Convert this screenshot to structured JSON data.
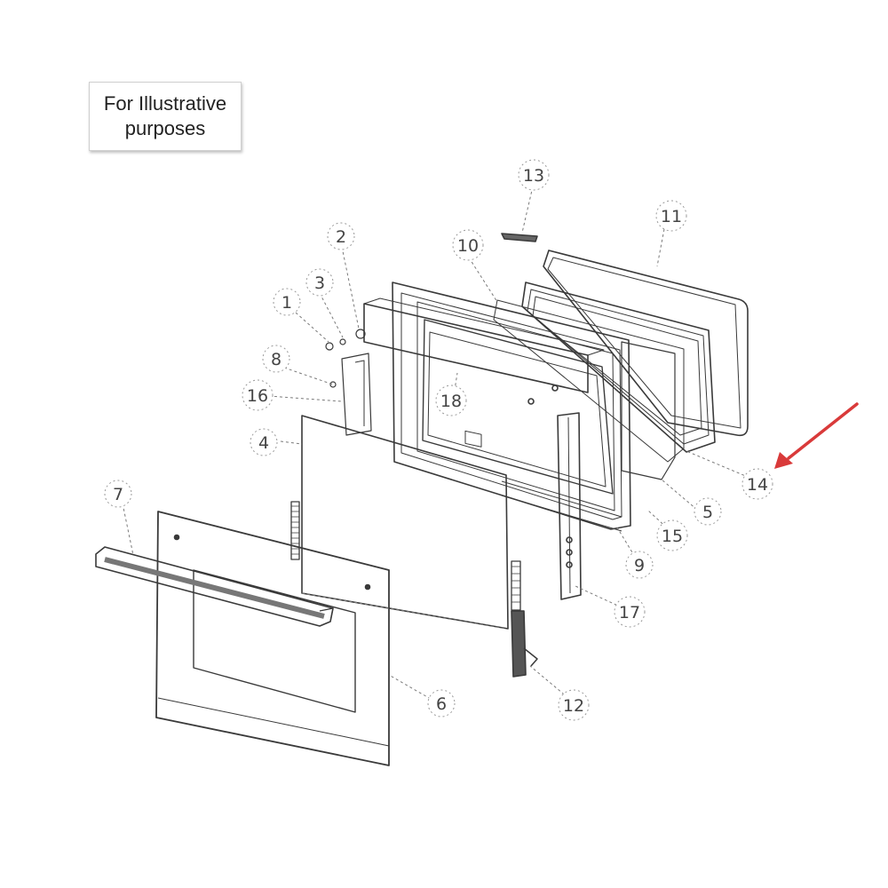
{
  "note": {
    "text": "For Illustrative\npurposes"
  },
  "callouts": {
    "c1": "1",
    "c2": "2",
    "c3": "3",
    "c4": "4",
    "c5": "5",
    "c6": "6",
    "c7": "7",
    "c8": "8",
    "c9": "9",
    "c10": "10",
    "c11": "11",
    "c12": "12",
    "c13": "13",
    "c14": "14",
    "c15": "15",
    "c16": "16",
    "c17": "17",
    "c18": "18"
  },
  "highlight": {
    "target": "14",
    "arrow_color": "#d93a3a"
  }
}
